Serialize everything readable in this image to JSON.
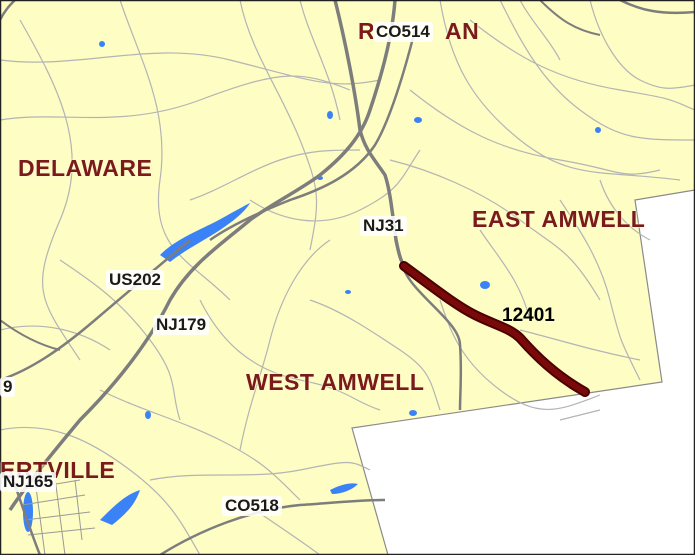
{
  "colors": {
    "land": "#fdfdc4",
    "outside": "#ffffff",
    "water": "#3b82f6",
    "minor_road": "#b4b4b4",
    "major_road": "#7d7d7d",
    "highlight_route": "#7a0a0a",
    "municipality_label": "#7a1a1a"
  },
  "municipalities": [
    {
      "id": "delaware",
      "name": "DELAWARE"
    },
    {
      "id": "east-amwell",
      "name": "EAST AMWELL"
    },
    {
      "id": "west-amwell",
      "name": "WEST AMWELL"
    },
    {
      "id": "lambertville",
      "name": "ERTVILLE"
    },
    {
      "id": "top-partial",
      "name": "R"
    },
    {
      "id": "top-partial-2",
      "name": "AN"
    }
  ],
  "roads": [
    {
      "id": "co514",
      "name": "CO514"
    },
    {
      "id": "nj31",
      "name": "NJ31"
    },
    {
      "id": "us202",
      "name": "US202"
    },
    {
      "id": "nj179",
      "name": "NJ179"
    },
    {
      "id": "nj165",
      "name": "NJ165"
    },
    {
      "id": "co518",
      "name": "CO518"
    },
    {
      "id": "left-partial",
      "name": "9"
    }
  ],
  "highlighted_segment": {
    "id": "12401",
    "label": "12401"
  }
}
